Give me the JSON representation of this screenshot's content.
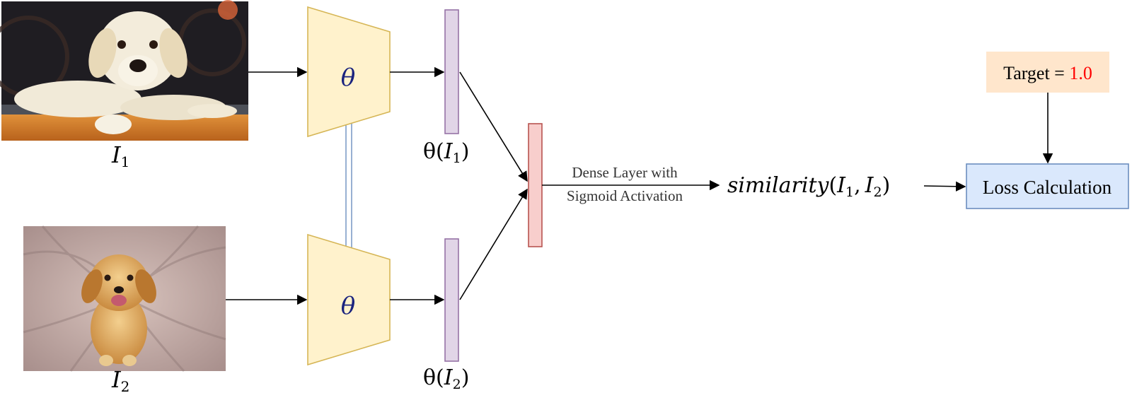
{
  "inputs": {
    "image1_label": {
      "var": "I",
      "sub": "1"
    },
    "image2_label": {
      "var": "I",
      "sub": "2"
    }
  },
  "encoders": {
    "encoder1_symbol": "θ",
    "encoder2_symbol": "θ"
  },
  "embeddings": {
    "embed1_label": {
      "fn": "θ(",
      "var": "I",
      "sub": "1",
      "close": ")"
    },
    "embed2_label": {
      "fn": "θ(",
      "var": "I",
      "sub": "2",
      "close": ")"
    }
  },
  "dense": {
    "line1": "Dense Layer with",
    "line2": "Sigmoid Activation"
  },
  "similarity": {
    "fn": "similarity",
    "open": "(",
    "var1": "I",
    "sub1": "1",
    "comma": ",",
    "var2": "I",
    "sub2": "2",
    "close": ")"
  },
  "target": {
    "prefix": "Target = ",
    "value": "1.0"
  },
  "loss": {
    "label": "Loss Calculation"
  },
  "colors": {
    "encoder_fill": "#fff2cc",
    "encoder_stroke": "#d6b656",
    "embed_fill": "#e1d5e7",
    "embed_stroke": "#9673a6",
    "dense_fill": "#f8cecc",
    "dense_stroke": "#b85450",
    "target_fill": "#ffe6cc",
    "target_value": "#ff0000",
    "loss_fill": "#dae8fc",
    "loss_stroke": "#6c8ebf",
    "theta_color": "#1a237e",
    "shared_line": "#6c8ebf"
  }
}
